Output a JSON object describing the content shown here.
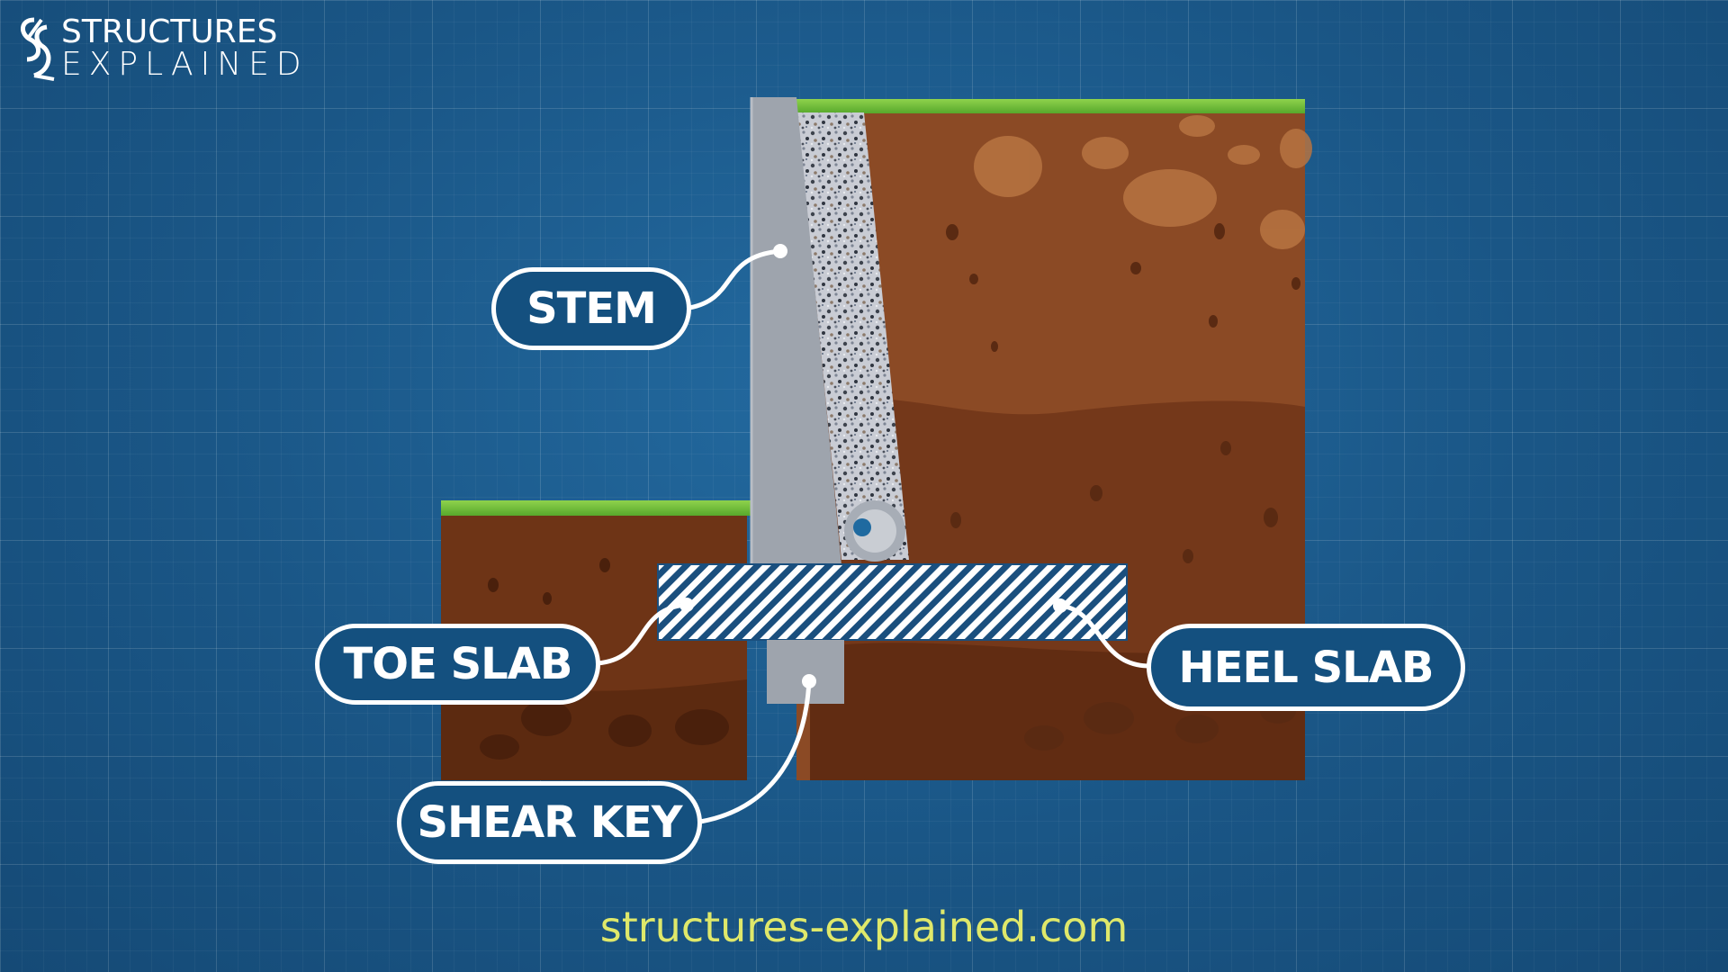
{
  "brand": {
    "line1": "STRUCTURES",
    "line2": "EXPLAINED"
  },
  "labels": {
    "stem": "STEM",
    "toe_slab": "TOE SLAB",
    "heel_slab": "HEEL SLAB",
    "shear_key": "SHEAR KEY"
  },
  "footer": {
    "website": "structures-explained.com"
  },
  "colors": {
    "background": "#1b5a8a",
    "concrete": "#9ea4ad",
    "soil_upper": "#8b4a25",
    "soil_lower": "#6e3416",
    "grass": "#6ec23a",
    "label_border": "#ffffff",
    "website_text": "#dfe86a"
  }
}
